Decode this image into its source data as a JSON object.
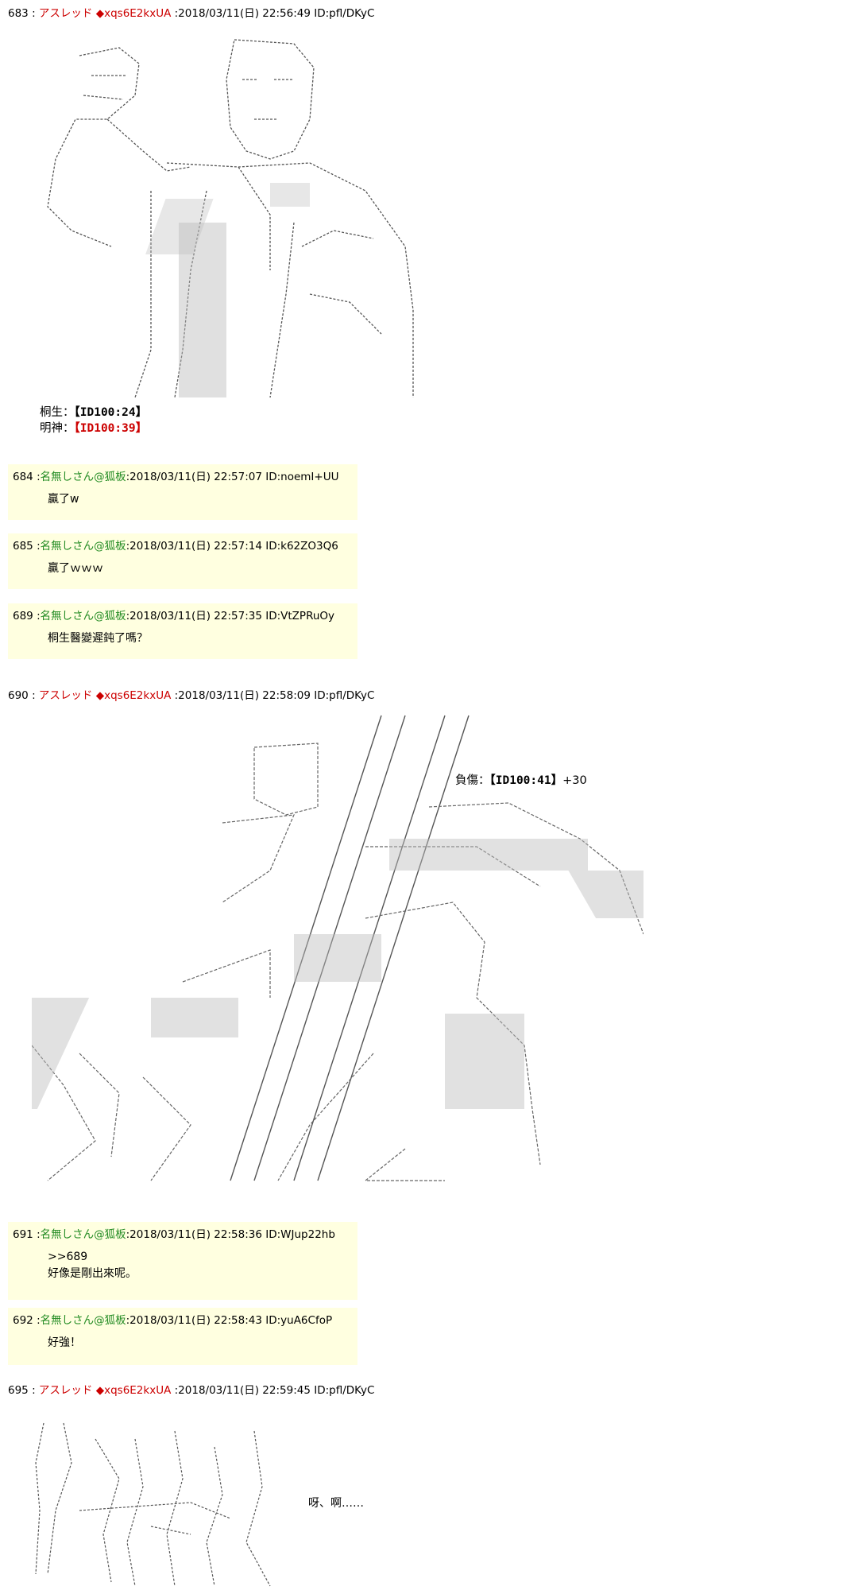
{
  "posts": [
    {
      "num": "683",
      "name": "アスレッド",
      "trip": "◆xqs6E2kxUA",
      "date": ":2018/03/11(日) 22:56:49 ID:pfl/DKyC",
      "stats": [
        {
          "label": "桐生：",
          "value": "【ID100:24】"
        },
        {
          "label": "明神：",
          "value": "【ID100:39】"
        }
      ]
    },
    {
      "num": "684",
      "name": "名無しさん@狐板",
      "date": ":2018/03/11(日) 22:57:07 ID:noemI+UU",
      "body": "贏了w"
    },
    {
      "num": "685",
      "name": "名無しさん@狐板",
      "date": ":2018/03/11(日) 22:57:14 ID:k62ZO3Q6",
      "body": "贏了ｗｗｗ"
    },
    {
      "num": "689",
      "name": "名無しさん@狐板",
      "date": ":2018/03/11(日) 22:57:35 ID:VtZPRuOy",
      "body": "桐生醫變遲鈍了嗎？"
    },
    {
      "num": "690",
      "name": "アスレッド",
      "trip": "◆xqs6E2kxUA",
      "date": ":2018/03/11(日) 22:58:09 ID:pfl/DKyC",
      "injury_label": "負傷：",
      "injury_value": "【ID100:41】",
      "injury_bonus": "+30"
    },
    {
      "num": "691",
      "name": "名無しさん@狐板",
      "date": ":2018/03/11(日) 22:58:36 ID:WJup22hb",
      "quote": ">>689",
      "body": "好像是剛出來呢。"
    },
    {
      "num": "692",
      "name": "名無しさん@狐板",
      "date": ":2018/03/11(日) 22:58:43 ID:yuA6CfoP",
      "body": "好強！"
    },
    {
      "num": "695",
      "name": "アスレッド",
      "trip": "◆xqs6E2kxUA",
      "date": ":2018/03/11(日) 22:59:45 ID:pfl/DKyC",
      "caption": "呀、啊……"
    }
  ],
  "colors": {
    "red": "#cc0000",
    "green": "#228b22",
    "reply_bg": "#ffffe0"
  }
}
